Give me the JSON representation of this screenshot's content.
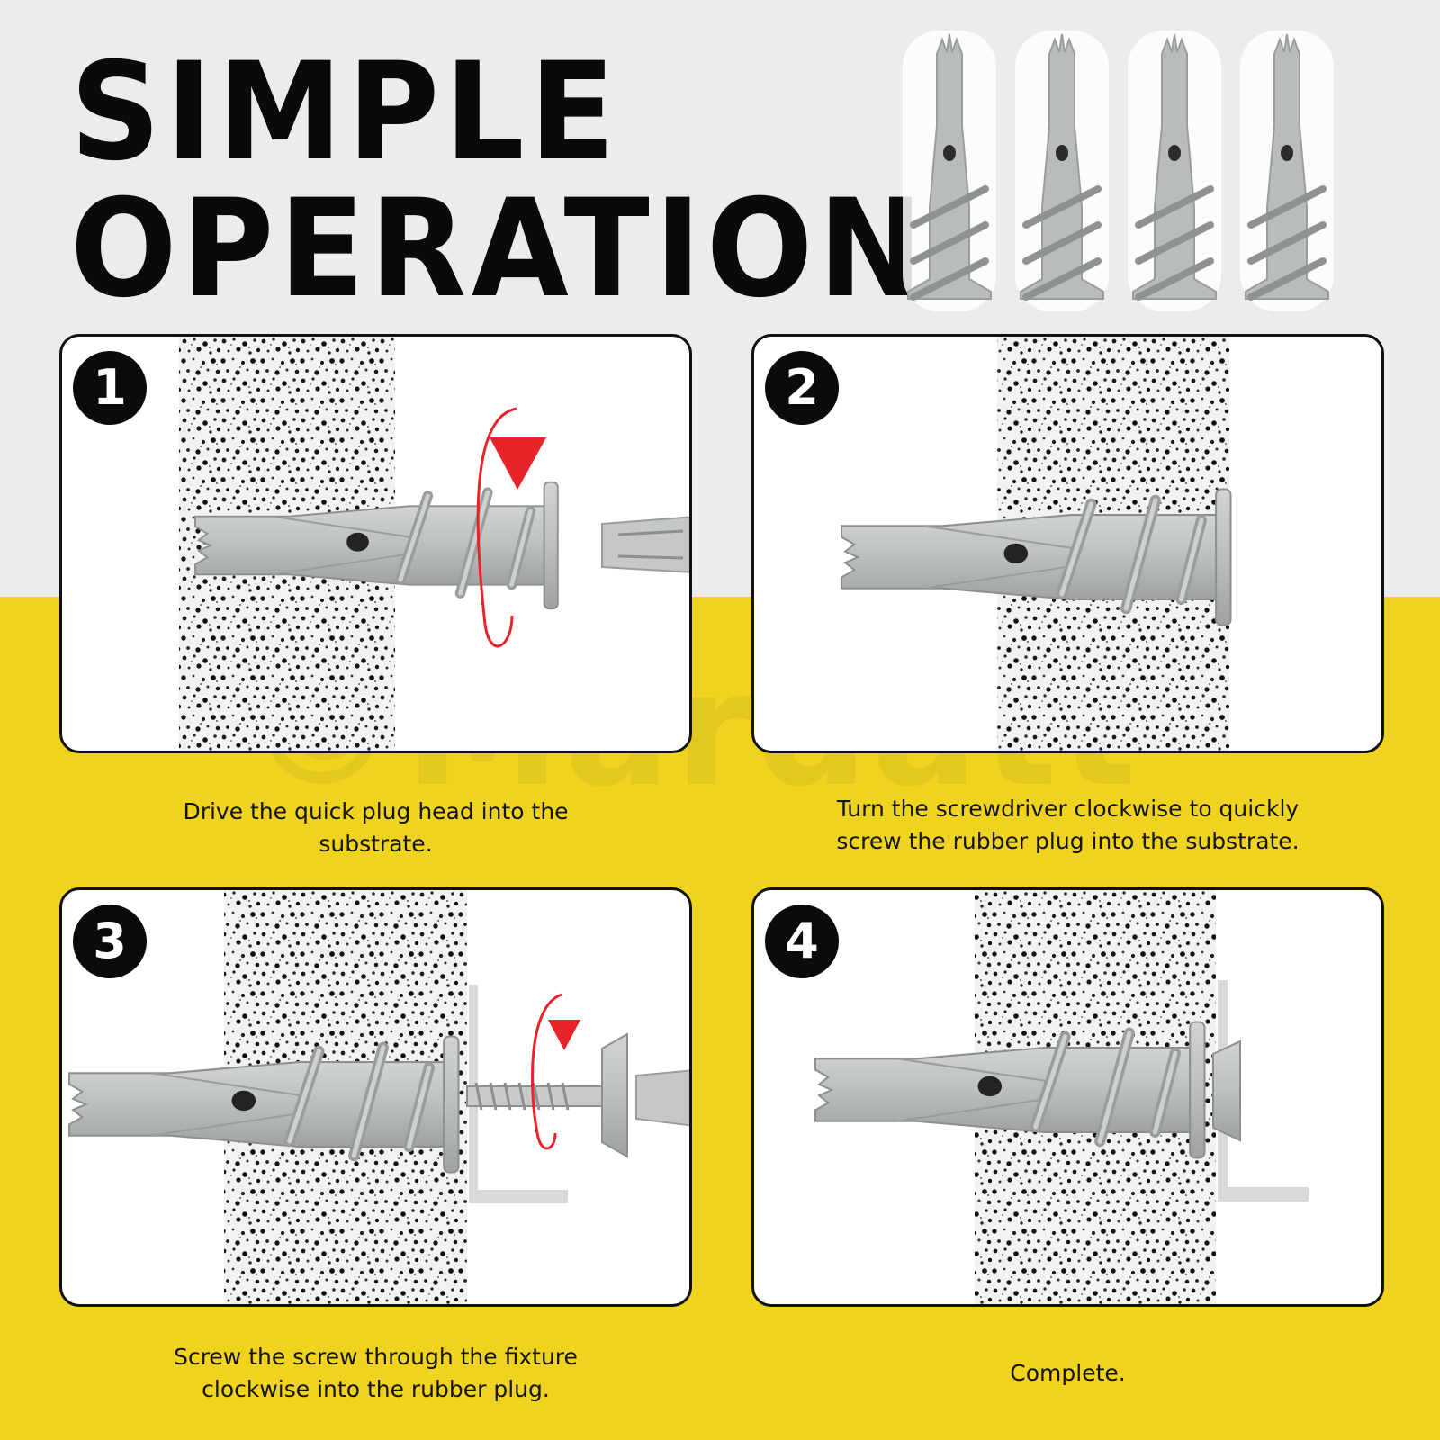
{
  "headline": {
    "line1": "SIMPLE",
    "line2": "OPERATION"
  },
  "watermark": "©Mardatt",
  "steps": [
    {
      "number": "1",
      "caption": "Drive the quick plug head into the substrate."
    },
    {
      "number": "2",
      "caption": "Turn the screwdriver clockwise to quickly screw the rubber plug into the substrate."
    },
    {
      "number": "3",
      "caption": "Screw the screw through the fixture clockwise into the rubber plug."
    },
    {
      "number": "4",
      "caption": "Complete."
    }
  ],
  "colors": {
    "yellow_band": "#f0d31e",
    "top_band": "#ececec",
    "plug_metal": "#b9bcbc",
    "arrow_red": "#e8232a"
  }
}
